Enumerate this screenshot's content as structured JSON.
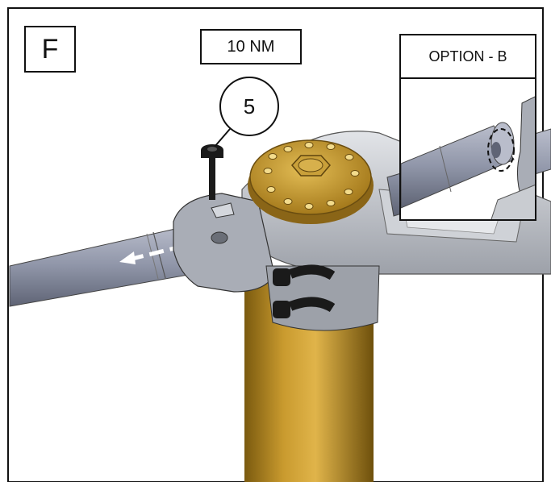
{
  "step": {
    "letter": "F"
  },
  "torque": {
    "label": "10 NM"
  },
  "callout": {
    "number": "5"
  },
  "inset": {
    "title": "OPTION - B"
  },
  "colors": {
    "bar": "#8f95a8",
    "gold": "#c19a2c",
    "tube": "#b58a23",
    "clamp": "#a9adb6",
    "arm": "#c9ccd1",
    "bolt": "#1a1a1a"
  },
  "icons": [
    "direction-arrow-icon",
    "bolt-icon"
  ]
}
